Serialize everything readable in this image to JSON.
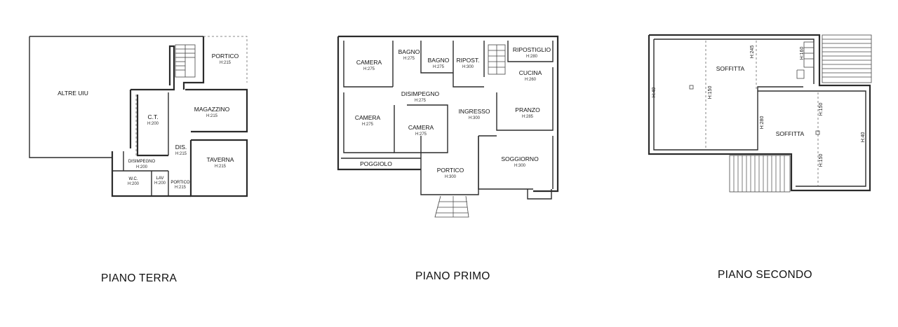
{
  "floors": {
    "terra": {
      "title": "PIANO TERRA",
      "rooms": {
        "altre_uiu": "ALTRE UIU",
        "portico_top": "PORTICO",
        "portico_top_h": "H:215",
        "magazzino": "MAGAZZINO",
        "magazzino_h": "H:215",
        "ct": "C.T.",
        "ct_h": "H:200",
        "dis": "DIS.",
        "dis_h": "H:215",
        "taverna": "TAVERNA",
        "taverna_h": "H:215",
        "disimpegno": "DISIMPEGNO",
        "disimpegno_h": "H:200",
        "wc": "W.C.",
        "wc_h": "H:200",
        "lav": "LAV",
        "lav_h": "H:200",
        "portico_bottom": "PORTICO",
        "portico_bottom_h": "H:215"
      }
    },
    "primo": {
      "title": "PIANO PRIMO",
      "rooms": {
        "camera1": "CAMERA",
        "camera1_h": "H:275",
        "bagno1": "BAGNO",
        "bagno1_h": "H:275",
        "bagno2": "BAGNO",
        "bagno2_h": "H:275",
        "ripost": "RIPOST.",
        "ripost_h": "H:300",
        "ripostiglio": "RIPOSTIGLIO",
        "ripostiglio_h": "H:280",
        "cucina": "CUCINA",
        "cucina_h": "H:260",
        "disimpegno": "DISIMPEGNO",
        "disimpegno_h": "H:275",
        "camera2": "CAMERA",
        "camera2_h": "H:275",
        "camera3": "CAMERA",
        "camera3_h": "H:275",
        "ingresso": "INGRESSO",
        "ingresso_h": "H:300",
        "pranzo": "PRANZO",
        "pranzo_h": "H:285",
        "poggiolo": "POGGIOLO",
        "portico": "PORTICO",
        "portico_h": "H:300",
        "soggiorno": "SOGGIORNO",
        "soggiorno_h": "H:300"
      }
    },
    "secondo": {
      "title": "PIANO SECONDO",
      "rooms": {
        "soffitta1": "SOFFITTA",
        "soffitta2": "SOFFITTA",
        "h40_left": "H:40",
        "h150_a": "H:150",
        "h245": "H:245",
        "h160": "H:160",
        "h280": "H:280",
        "h150_b": "H:150",
        "h150_c": "H:150",
        "h40_right": "H:40"
      }
    }
  }
}
